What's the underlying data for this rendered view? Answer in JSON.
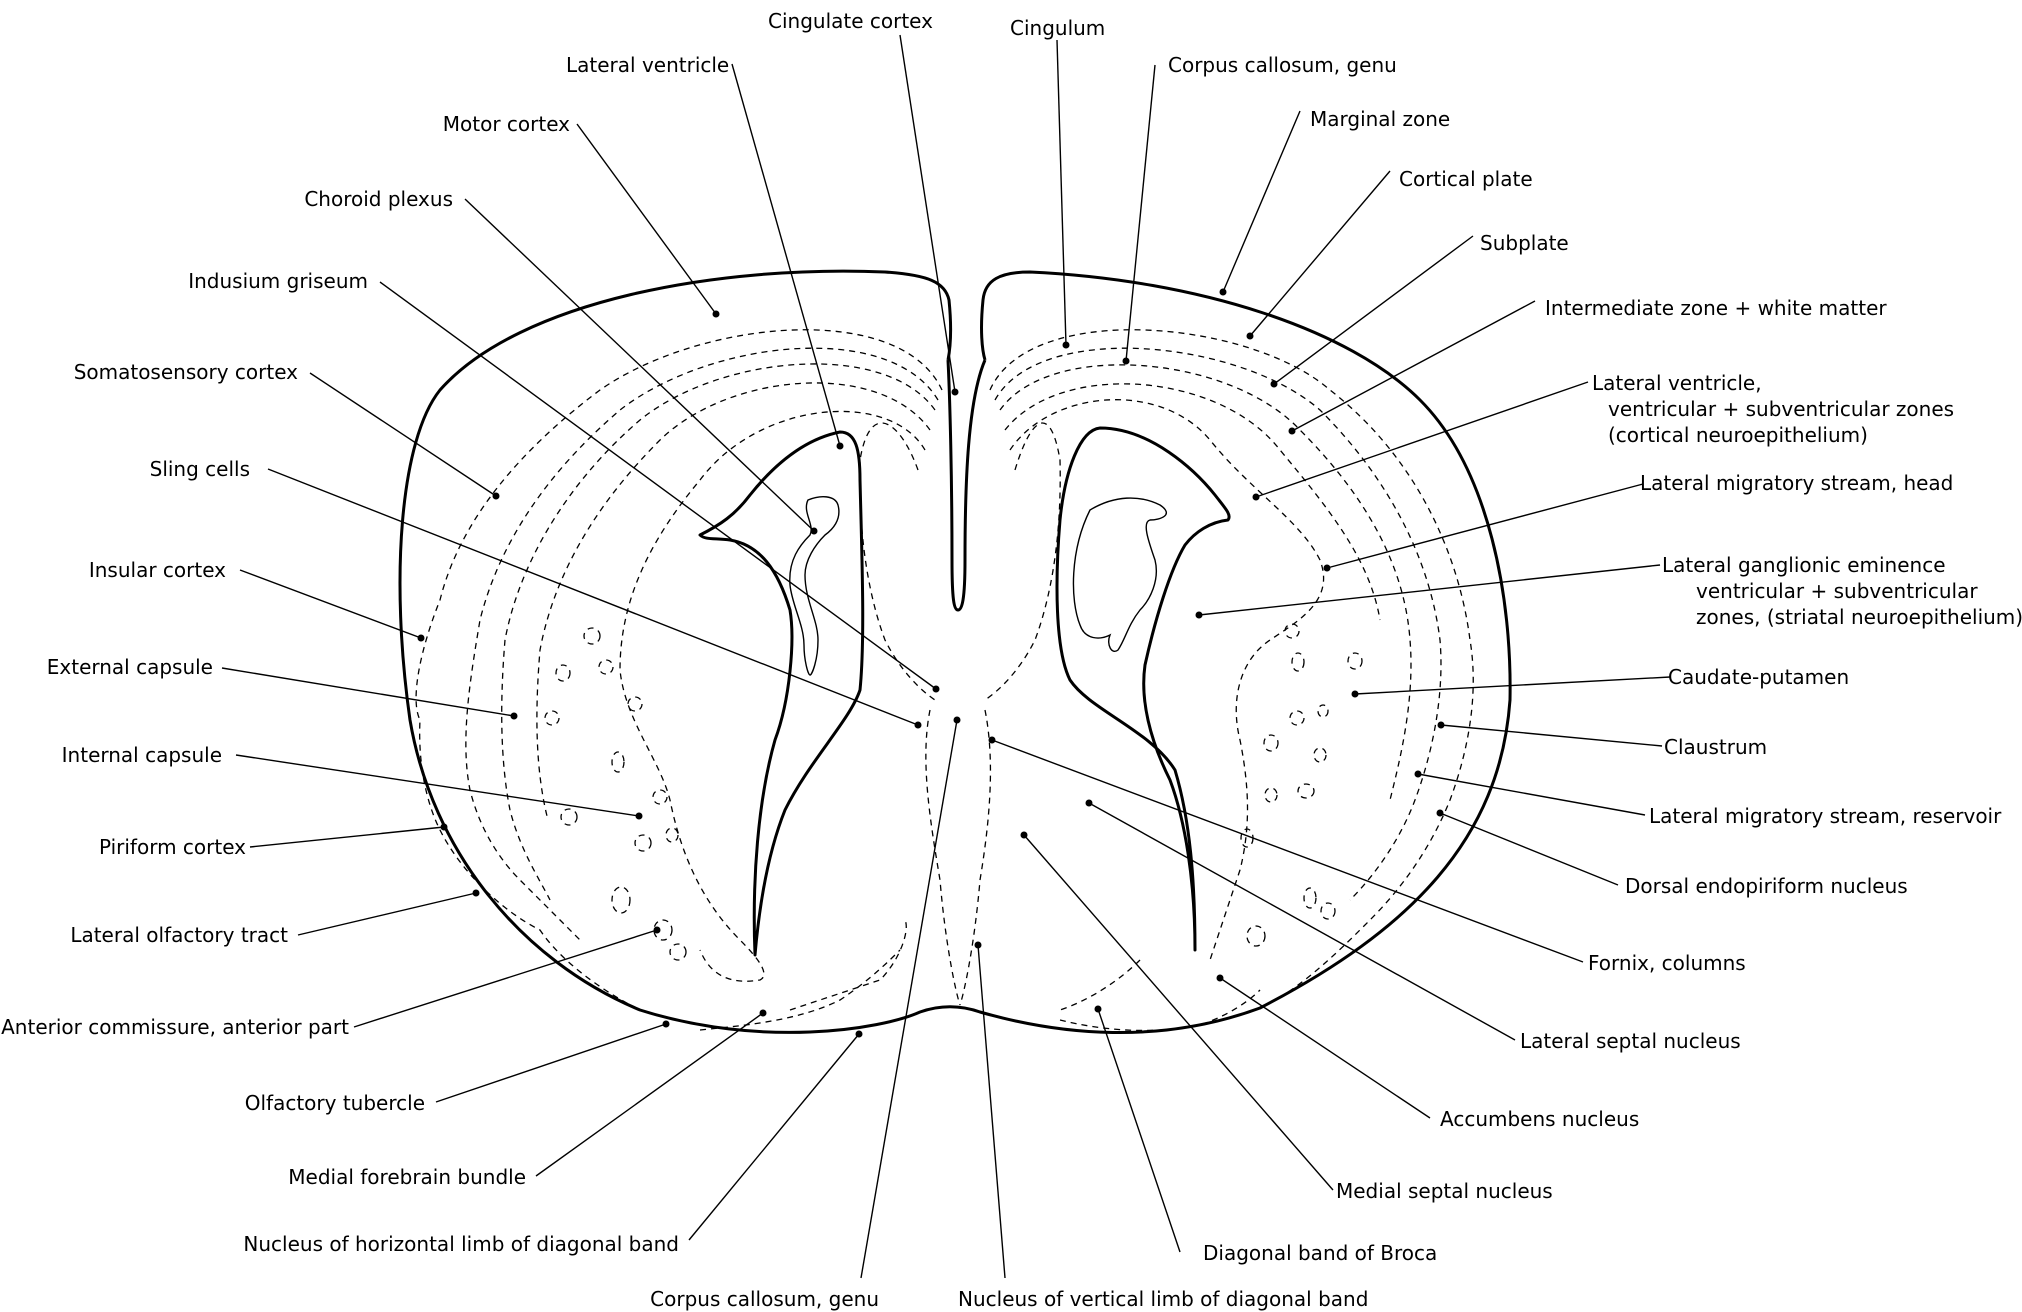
{
  "labels": {
    "cingulate_cortex": "Cingulate cortex",
    "cingulum": "Cingulum",
    "lateral_ventricle": "Lateral ventricle",
    "corpus_callosum_genu_top": "Corpus callosum, genu",
    "motor_cortex": "Motor cortex",
    "marginal_zone": "Marginal zone",
    "choroid_plexus": "Choroid plexus",
    "cortical_plate": "Cortical plate",
    "subplate": "Subplate",
    "indusium_griseum": "Indusium griseum",
    "intermediate_zone": "Intermediate zone + white matter",
    "somatosensory_cortex": "Somatosensory cortex",
    "lv_zones_1": "Lateral ventricle,",
    "lv_zones_2": "ventricular + subventricular zones",
    "lv_zones_3": "(cortical neuroepithelium)",
    "sling_cells": "Sling cells",
    "lms_head": "Lateral migratory stream, head",
    "insular_cortex": "Insular cortex",
    "lge_1": "Lateral ganglionic eminence",
    "lge_2": "ventricular + subventricular",
    "lge_3": "zones, (striatal neuroepithelium)",
    "external_capsule": "External capsule",
    "caudate_putamen": "Caudate-putamen",
    "internal_capsule": "Internal capsule",
    "claustrum": "Claustrum",
    "lms_reservoir": "Lateral migratory stream, reservoir",
    "piriform_cortex": "Piriform cortex",
    "dorsal_endopiriform": "Dorsal endopiriform nucleus",
    "lateral_olfactory_tract": "Lateral olfactory tract",
    "fornix_columns": "Fornix, columns",
    "anterior_commissure": "Anterior commissure, anterior part",
    "lateral_septal": "Lateral septal nucleus",
    "olfactory_tubercle": "Olfactory tubercle",
    "accumbens": "Accumbens nucleus",
    "medial_forebrain_bundle": "Medial forebrain bundle",
    "medial_septal": "Medial septal nucleus",
    "nhldb": "Nucleus of horizontal limb of diagonal band",
    "diagonal_band_broca": "Diagonal band of Broca",
    "corpus_callosum_genu_bottom": "Corpus callosum, genu",
    "nvldb": "Nucleus of vertical limb of diagonal band"
  }
}
